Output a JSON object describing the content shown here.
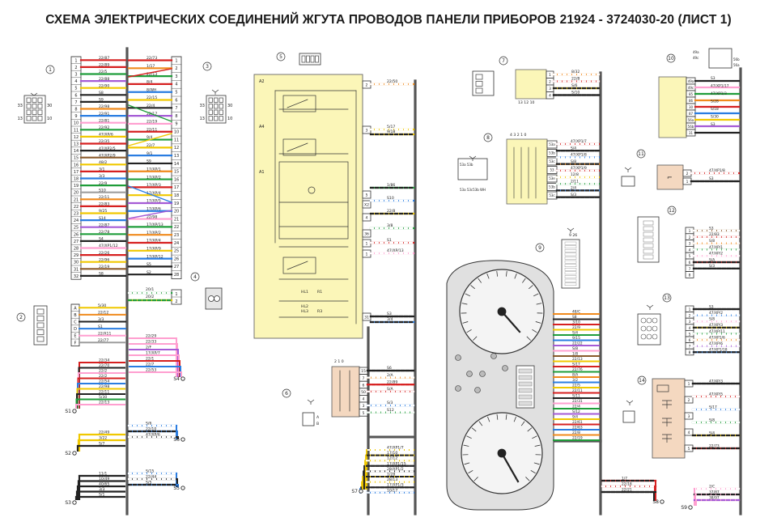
{
  "title": "СХЕМА ЭЛЕКТРИЧЕСКИХ СОЕДИНЕНИЙ ЖГУТА ПРОВОДОВ ПАНЕЛИ ПРИБОРОВ 21924 - 3724030-20 (ЛИСТ 1)",
  "colors": {
    "trunk": "#555555",
    "module_fill": "#fbf6b8",
    "connector_fill": "#f4d8c0",
    "cluster_fill": "#e0e0e0",
    "wire_palette": [
      "#d62020",
      "#222222",
      "#2a7de1",
      "#1f9d3a",
      "#f0c800",
      "#f08a1c",
      "#8a5a2b",
      "#ff9fd0",
      "#a55bd6",
      "#9e9e9e"
    ]
  },
  "connectors": [
    {
      "num": "1",
      "pins": [
        "1",
        "2",
        "3",
        "4",
        "5",
        "6",
        "7",
        "8",
        "9",
        "10",
        "11",
        "12",
        "13",
        "14",
        "15",
        "16",
        "17",
        "18",
        "19",
        "20",
        "21",
        "22",
        "23",
        "24",
        "25",
        "26",
        "27",
        "28",
        "29",
        "30",
        "31",
        "32"
      ]
    },
    {
      "num": "2",
      "pins": [
        "A",
        "B",
        "C",
        "D",
        "E",
        "F"
      ]
    },
    {
      "num": "3",
      "pins": [
        "33",
        "30",
        "13",
        "10"
      ]
    },
    {
      "num": "4",
      "pins": [
        "1",
        "2"
      ]
    },
    {
      "num": "5",
      "pins": [
        "2",
        "3",
        "5",
        "X2",
        "4",
        "3б",
        "1",
        "31"
      ],
      "sub": [
        "A2",
        "A1"
      ]
    },
    {
      "num": "6",
      "pins": [
        "15",
        "7",
        "6",
        "50",
        "4",
        "3",
        "5"
      ]
    },
    {
      "num": "7",
      "pins": [
        "13",
        "12",
        "10"
      ]
    },
    {
      "num": "8",
      "pins": [
        "53a",
        "53b",
        "53c",
        "53",
        "53e",
        "53b",
        "53c"
      ]
    },
    {
      "num": "9",
      "pins": [
        "1",
        "26"
      ]
    },
    {
      "num": "10",
      "pins": [
        "49a",
        "49c",
        "85",
        "86",
        "30",
        "87"
      ]
    },
    {
      "num": "11",
      "pins": [
        "2",
        "1"
      ]
    },
    {
      "num": "12",
      "pins": [
        "1",
        "2",
        "3",
        "4",
        "5",
        "6",
        "7",
        "8"
      ]
    },
    {
      "num": "13",
      "pins": [
        "1",
        "2",
        "3",
        "4",
        "5",
        "6",
        "7",
        "8"
      ]
    },
    {
      "num": "14",
      "pins": [
        "1",
        "2",
        "3",
        "4",
        "5"
      ]
    }
  ],
  "left_wires": [
    {
      "label": "22/87",
      "color": "#d62020"
    },
    {
      "label": "22/89",
      "color": "#d62020"
    },
    {
      "label": "22/5",
      "color": "#1f9d3a"
    },
    {
      "label": "22/88",
      "color": "#a55bd6"
    },
    {
      "label": "22/90",
      "color": "#f0c800"
    },
    {
      "label": "S8",
      "color": "#222222"
    },
    {
      "label": "S9",
      "color": "#222222"
    },
    {
      "label": "22/98",
      "color": "#f08a1c"
    },
    {
      "label": "22/91",
      "color": "#2a7de1"
    },
    {
      "label": "22/81",
      "color": "#ff9fd0"
    },
    {
      "label": "22/92",
      "color": "#1f9d3a"
    },
    {
      "label": "47/XP/6",
      "color": "#f0c800"
    },
    {
      "label": "22/35",
      "color": "#d62020"
    },
    {
      "label": "47/XP2/5",
      "color": "#222222"
    },
    {
      "label": "47/XP2/9",
      "color": "#8a5a2b"
    },
    {
      "label": "48/2",
      "color": "#f0c800"
    },
    {
      "label": "3/1",
      "color": "#d62020"
    },
    {
      "label": "3/3",
      "color": "#2a7de1"
    },
    {
      "label": "22/9",
      "color": "#1f9d3a"
    },
    {
      "label": "S10",
      "color": "#9e9e9e"
    },
    {
      "label": "22/11",
      "color": "#f08a1c"
    },
    {
      "label": "22/83",
      "color": "#d62020"
    },
    {
      "label": "9/25",
      "color": "#f0c800"
    },
    {
      "label": "S14",
      "color": "#2a7de1"
    },
    {
      "label": "22/87",
      "color": "#a55bd6"
    },
    {
      "label": "22/78",
      "color": "#1f9d3a"
    },
    {
      "label": "S4",
      "color": "#222222"
    },
    {
      "label": "47/XP1/12",
      "color": "#ff9fd0"
    },
    {
      "label": "22/26",
      "color": "#d62020"
    },
    {
      "label": "22/96",
      "color": "#f0c800"
    },
    {
      "label": "22/19",
      "color": "#8a5a2b"
    },
    {
      "label": "S8",
      "color": "#222222"
    }
  ],
  "right_wires": [
    {
      "label": "22/73",
      "color": "#d62020"
    },
    {
      "label": "1/17",
      "color": "#f08a1c"
    },
    {
      "label": "22/13",
      "color": "#1f9d3a"
    },
    {
      "label": "8/4",
      "color": "#d62020"
    },
    {
      "label": "8/WH",
      "color": "#2a7de1"
    },
    {
      "label": "22/15",
      "color": "#f0c800"
    },
    {
      "label": "22/4",
      "color": "#222222"
    },
    {
      "label": "22/17",
      "color": "#a55bd6"
    },
    {
      "label": "22/19",
      "color": "#ff9fd0"
    },
    {
      "label": "22/11",
      "color": "#d62020"
    },
    {
      "label": "9/4",
      "color": "#1f9d3a"
    },
    {
      "label": "22/7",
      "color": "#f0c800"
    },
    {
      "label": "9/1",
      "color": "#2a7de1"
    },
    {
      "label": "S9",
      "color": "#222222"
    },
    {
      "label": "17/XP/1",
      "color": "#f08a1c"
    },
    {
      "label": "17/XP/2",
      "color": "#1f9d3a"
    },
    {
      "label": "17/XP/3",
      "color": "#d62020"
    },
    {
      "label": "17/XP/4",
      "color": "#f0c800"
    },
    {
      "label": "17/XP/5",
      "color": "#a55bd6"
    },
    {
      "label": "17/XP/6",
      "color": "#2a7de1"
    },
    {
      "label": "22/98",
      "color": "#ff9fd0"
    },
    {
      "label": "17/XP/13",
      "color": "#1f9d3a"
    },
    {
      "label": "17/XP/2",
      "color": "#f08a1c"
    },
    {
      "label": "17/XP/4",
      "color": "#d62020"
    },
    {
      "label": "17/XP/9",
      "color": "#f0c800"
    },
    {
      "label": "17/XP/12",
      "color": "#2a7de1"
    },
    {
      "label": "S5",
      "color": "#222222"
    },
    {
      "label": "S2",
      "color": "#222222"
    }
  ],
  "ground_labels": [
    "S1",
    "S2",
    "S3",
    "S4",
    "S5",
    "S6",
    "S7",
    "S8",
    "S9"
  ],
  "cluster_wires": [
    {
      "label": "48/C",
      "color": "#f08a1c"
    },
    {
      "label": "S8",
      "color": "#222222"
    },
    {
      "label": "3/10",
      "color": "#d62020"
    },
    {
      "label": "22/9",
      "color": "#f0c800"
    },
    {
      "label": "S/4",
      "color": "#1f9d3a"
    },
    {
      "label": "9/15",
      "color": "#2a7de1"
    },
    {
      "label": "22/22",
      "color": "#a55bd6"
    },
    {
      "label": "S/8",
      "color": "#ff9fd0"
    },
    {
      "label": "1/8",
      "color": "#8a5a2b"
    },
    {
      "label": "22/13",
      "color": "#f0c800"
    },
    {
      "label": "S/17",
      "color": "#d62020"
    },
    {
      "label": "22/76",
      "color": "#1f9d3a"
    },
    {
      "label": "8/A",
      "color": "#f08a1c"
    },
    {
      "label": "3/2",
      "color": "#2a7de1"
    },
    {
      "label": "22/5",
      "color": "#f0c800"
    },
    {
      "label": "22/11",
      "color": "#d62020"
    },
    {
      "label": "S/11",
      "color": "#222222"
    },
    {
      "label": "22/31",
      "color": "#ff9fd0"
    },
    {
      "label": "22/4",
      "color": "#1f9d3a"
    },
    {
      "label": "S/12",
      "color": "#a55bd6"
    },
    {
      "label": "9/4",
      "color": "#f0c800"
    },
    {
      "label": "22/61",
      "color": "#d62020"
    },
    {
      "label": "22/63",
      "color": "#2a7de1"
    },
    {
      "label": "22/8",
      "color": "#f08a1c"
    },
    {
      "label": "22/19",
      "color": "#1f9d3a"
    }
  ],
  "module5": {
    "top_labels": [
      "22/50",
      "5/17",
      "9/18"
    ],
    "mid_labels": [
      "1/86",
      "S10",
      "22/8",
      "3/8",
      "S1",
      "47/XP/13"
    ],
    "bottom_labels": [
      "S3",
      "3/4"
    ],
    "parts": [
      "HL1",
      "R1",
      "HL2",
      "HL3",
      "R3"
    ]
  },
  "conn6_labels": [
    "S6",
    "2/A",
    "22/89",
    "S/A",
    "S/3",
    "S12"
  ],
  "conn7_labels": [
    "8/32",
    "22/8",
    "S/6",
    "S/10"
  ],
  "conn8_labels": [
    "47/XP1/7",
    "S/4",
    "47/XP1/8",
    "S/8",
    "47/XP1/9",
    "12/8",
    "2/11",
    "2/4",
    "S/3"
  ],
  "conn10_labels": [
    "S3",
    "47/XP1/17",
    "47/XP1/3",
    "S/28",
    "S/18",
    "S/30",
    "S3"
  ],
  "conn11_labels": [
    "47/XP1/8",
    "S3"
  ],
  "conn12_labels": [
    "S3",
    "22/83",
    "S/8",
    "47/XP/1",
    "47/XP/2",
    "S/A",
    "S/3"
  ],
  "conn13_labels": [
    "S3",
    "47/XP/2",
    "S/8",
    "47/XP/3",
    "47/XP/11",
    "47/XP1/6",
    "47/XP/6",
    "47/XP1/18"
  ],
  "conn14_labels": [
    "47/XP/3",
    "47/XP/5",
    "S/17",
    "S/8",
    "S/4",
    "22/73"
  ],
  "bottom_left_labels": [
    "22/34",
    "22/70",
    "22/2",
    "22/2",
    "22/54",
    "22/98",
    "22/11",
    "5/30",
    "22/13",
    "22/49",
    "3/22",
    "S/7",
    "11/1",
    "10/49",
    "40/65",
    "3/3",
    "S/1"
  ],
  "s4_labels": [
    "22/29",
    "22/33",
    "2/F",
    "17/XP/7",
    "22/1",
    "22/7",
    "22/53"
  ],
  "s6_labels": [
    "S/6",
    "22/10",
    "47/XP/6"
  ],
  "s5_labels": [
    "S/15",
    "22/44",
    "S/5"
  ],
  "s7_labels": [
    "47/XP1/7",
    "17/10",
    "12/12",
    "17/XP1/15",
    "28/XP1/2",
    "1/28",
    "28/13",
    "17/XP1/3",
    "10/17"
  ],
  "s8_labels": [
    "1/7",
    "22/18",
    "22/21"
  ],
  "s9_labels": [
    "2/C",
    "37/87",
    "38/97"
  ],
  "pin_texts": {
    "c3": [
      "33",
      "30",
      "13",
      "10"
    ],
    "c7": [
      "13",
      "12",
      "10"
    ],
    "c8": [
      "4",
      "3",
      "2",
      "1",
      "0"
    ],
    "c9": [
      "9",
      "26"
    ],
    "c10": [
      "49a",
      "49c",
      "85",
      "86",
      "30",
      "87",
      "56b",
      "56a"
    ],
    "c6": [
      "2",
      "1",
      "0"
    ],
    "relay": [
      "53a",
      "53b",
      "53c",
      "53e",
      "WH"
    ]
  }
}
